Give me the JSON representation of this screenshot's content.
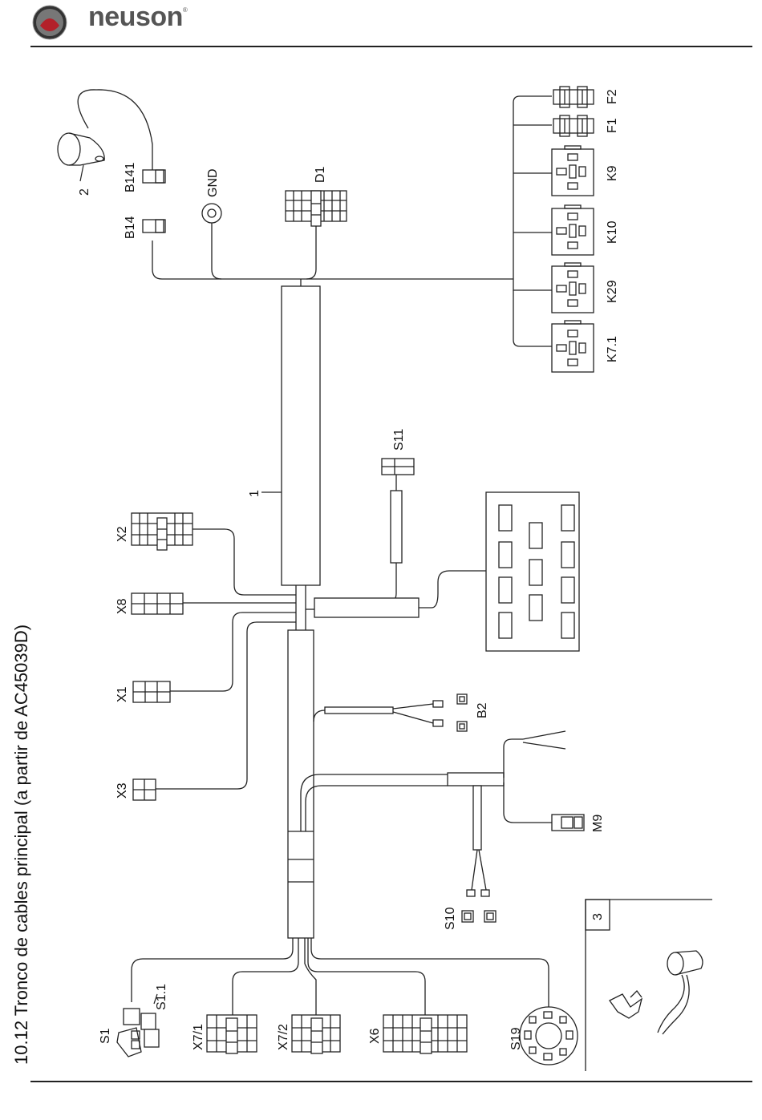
{
  "header": {
    "brand": "neuson",
    "trademark": "®",
    "badge_text": "neuson"
  },
  "title": "10.12 Tronco de cables principal (a partir de AC45039D)",
  "labels": {
    "harness": "1",
    "sensor": "2",
    "inset": "3",
    "B141": "B141",
    "B14": "B14",
    "GND": "GND",
    "D1": "D1",
    "F2": "F2",
    "F1": "F1",
    "K9": "K9",
    "K10": "K10",
    "K29": "K29",
    "K7_1": "K7.1",
    "S11": "S11",
    "X2": "X2",
    "X8": "X8",
    "X1": "X1",
    "X3": "X3",
    "B2": "B2",
    "M9": "M9",
    "S10": "S10",
    "S1": "S1",
    "S1_1": "S1.1",
    "X7_1": "X7/1",
    "X7_2": "X7/2",
    "X6": "X6",
    "S19": "S19"
  },
  "colors": {
    "line": "#222222",
    "brand_gray": "#555555",
    "badge_red": "#b3202a"
  }
}
